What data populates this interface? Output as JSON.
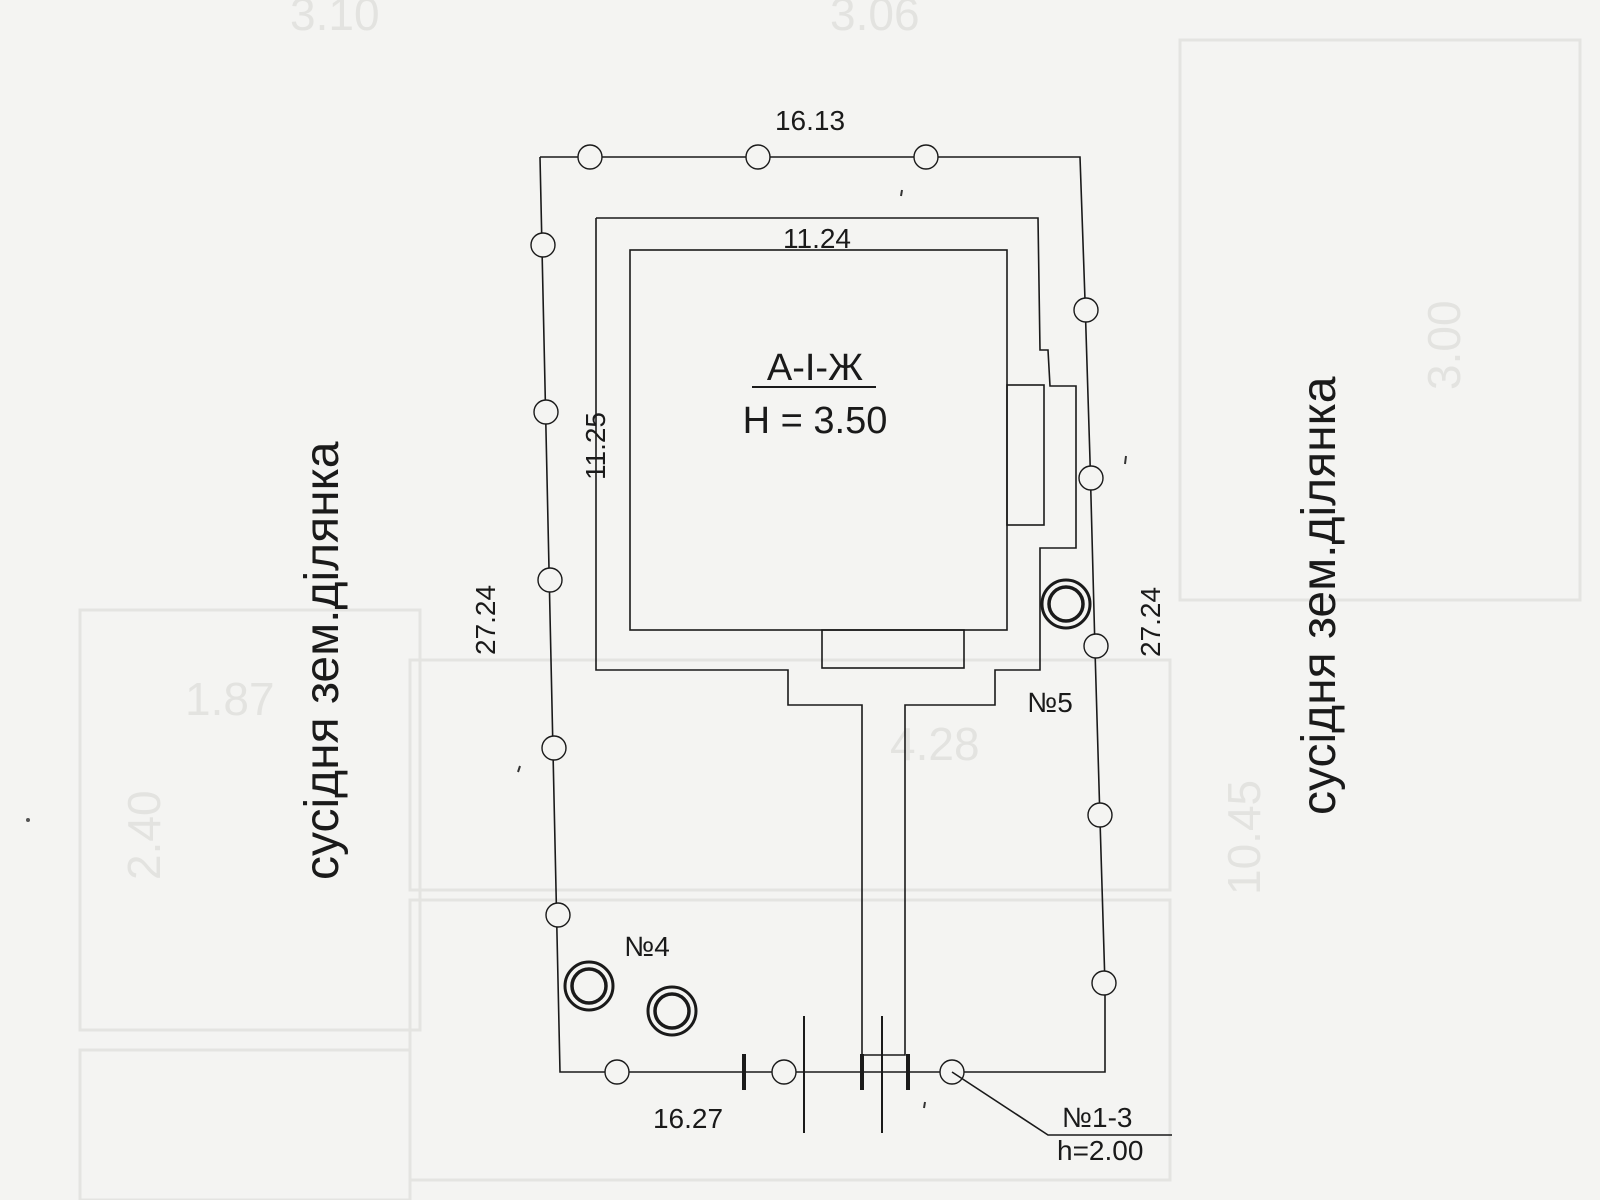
{
  "neighbor_label": "сусідня зем.ділянка",
  "building": {
    "name": "А-І-Ж",
    "height_label": "H = 3.50"
  },
  "dimensions": {
    "top": "16.13",
    "bottom": "16.27",
    "left": "27.24",
    "right": "27.24",
    "building_width": "11.24",
    "building_depth": "11.25"
  },
  "structures": {
    "well_4": "№4",
    "well_5": "№5",
    "gate_label": "№1-3",
    "gate_height": "h=2.00"
  },
  "background_ghost_text": [
    "3.10",
    "3.06",
    "1.87",
    "4.28",
    "2.40",
    "10.45",
    "3.00"
  ]
}
